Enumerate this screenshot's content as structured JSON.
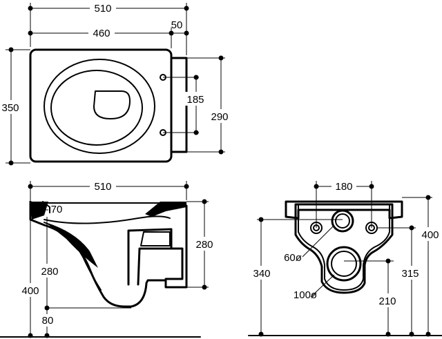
{
  "top_view": {
    "overall_width": "510",
    "bowl_width": "460",
    "bracket_depth": "50",
    "overall_length": "350",
    "bracket_height": "290",
    "bolt_spacing": "185"
  },
  "side_view": {
    "overall_width": "510",
    "rim_offset": "70",
    "outlet_height_right": "280",
    "inlet_height": "280",
    "overall_height": "400",
    "outlet_offset": "80"
  },
  "rear_view": {
    "bolt_spacing": "180",
    "overall_height": "400",
    "inlet_height": "340",
    "outlet_center_height": "315",
    "outlet_bottom_height": "210",
    "inlet_diameter": "60ø",
    "outlet_diameter": "100ø"
  }
}
